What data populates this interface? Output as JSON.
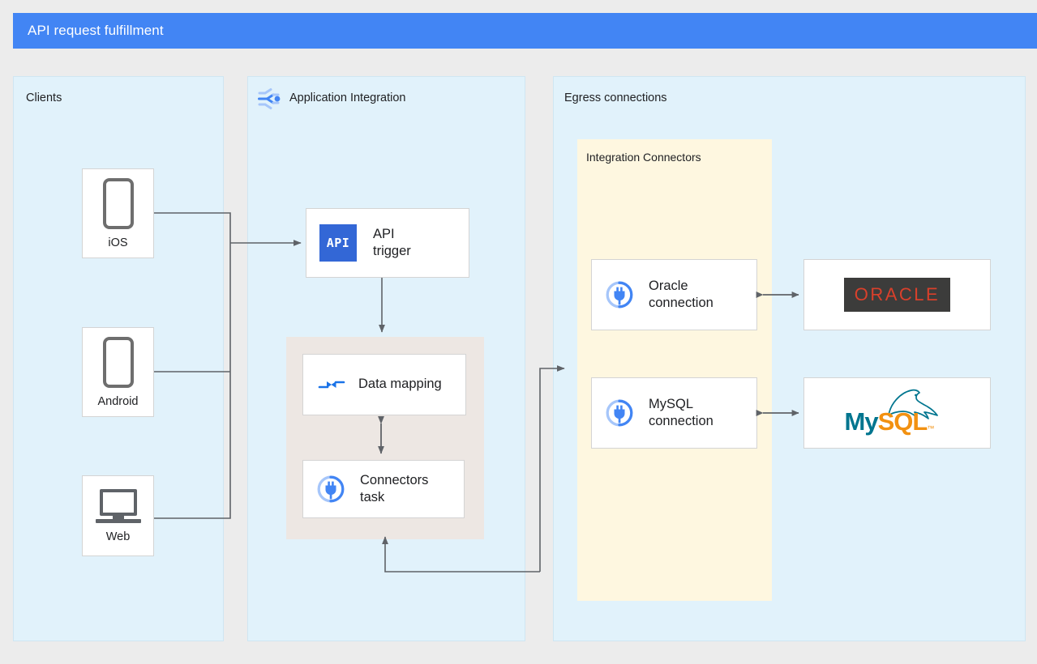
{
  "title": "API request fulfillment",
  "colors": {
    "header": "#4285F4",
    "panel_bg": "#E1F2FB",
    "group_beige": "#EDE7E3",
    "group_cream": "#FEF7E0",
    "page_bg": "#ECECEC",
    "arrow": "#5F6368",
    "accent_blue": "#3367D6",
    "oracle_red": "#D9402B",
    "oracle_dark": "#3C3C3B",
    "mysql_teal": "#00758F",
    "mysql_orange": "#F29111"
  },
  "panels": {
    "clients": {
      "label": "Clients"
    },
    "application_integration": {
      "label": "Application Integration",
      "icon": "application-integration-icon"
    },
    "egress": {
      "label": "Egress connections"
    }
  },
  "groups": {
    "integration_tasks": {
      "label": ""
    },
    "integration_connectors": {
      "label": "Integration Connectors"
    }
  },
  "clients": [
    {
      "label": "iOS",
      "icon": "phone-icon"
    },
    {
      "label": "Android",
      "icon": "phone-icon"
    },
    {
      "label": "Web",
      "icon": "laptop-icon"
    }
  ],
  "integration_nodes": [
    {
      "label": "API\ntrigger",
      "icon": "api-icon",
      "icon_text": "API"
    },
    {
      "label": "Data mapping",
      "icon": "data-mapping-icon"
    },
    {
      "label": "Connectors\ntask",
      "icon": "connector-plug-icon"
    }
  ],
  "connections": [
    {
      "label": "Oracle\nconnection",
      "icon": "connector-plug-icon"
    },
    {
      "label": "MySQL\nconnection",
      "icon": "connector-plug-icon"
    }
  ],
  "backends": [
    {
      "name": "Oracle",
      "logo": "oracle-logo",
      "logo_text": "ORACLE"
    },
    {
      "name": "MySQL",
      "logo": "mysql-logo",
      "logo_text_1": "My",
      "logo_text_2": "SQL",
      "trademark": "™"
    }
  ]
}
